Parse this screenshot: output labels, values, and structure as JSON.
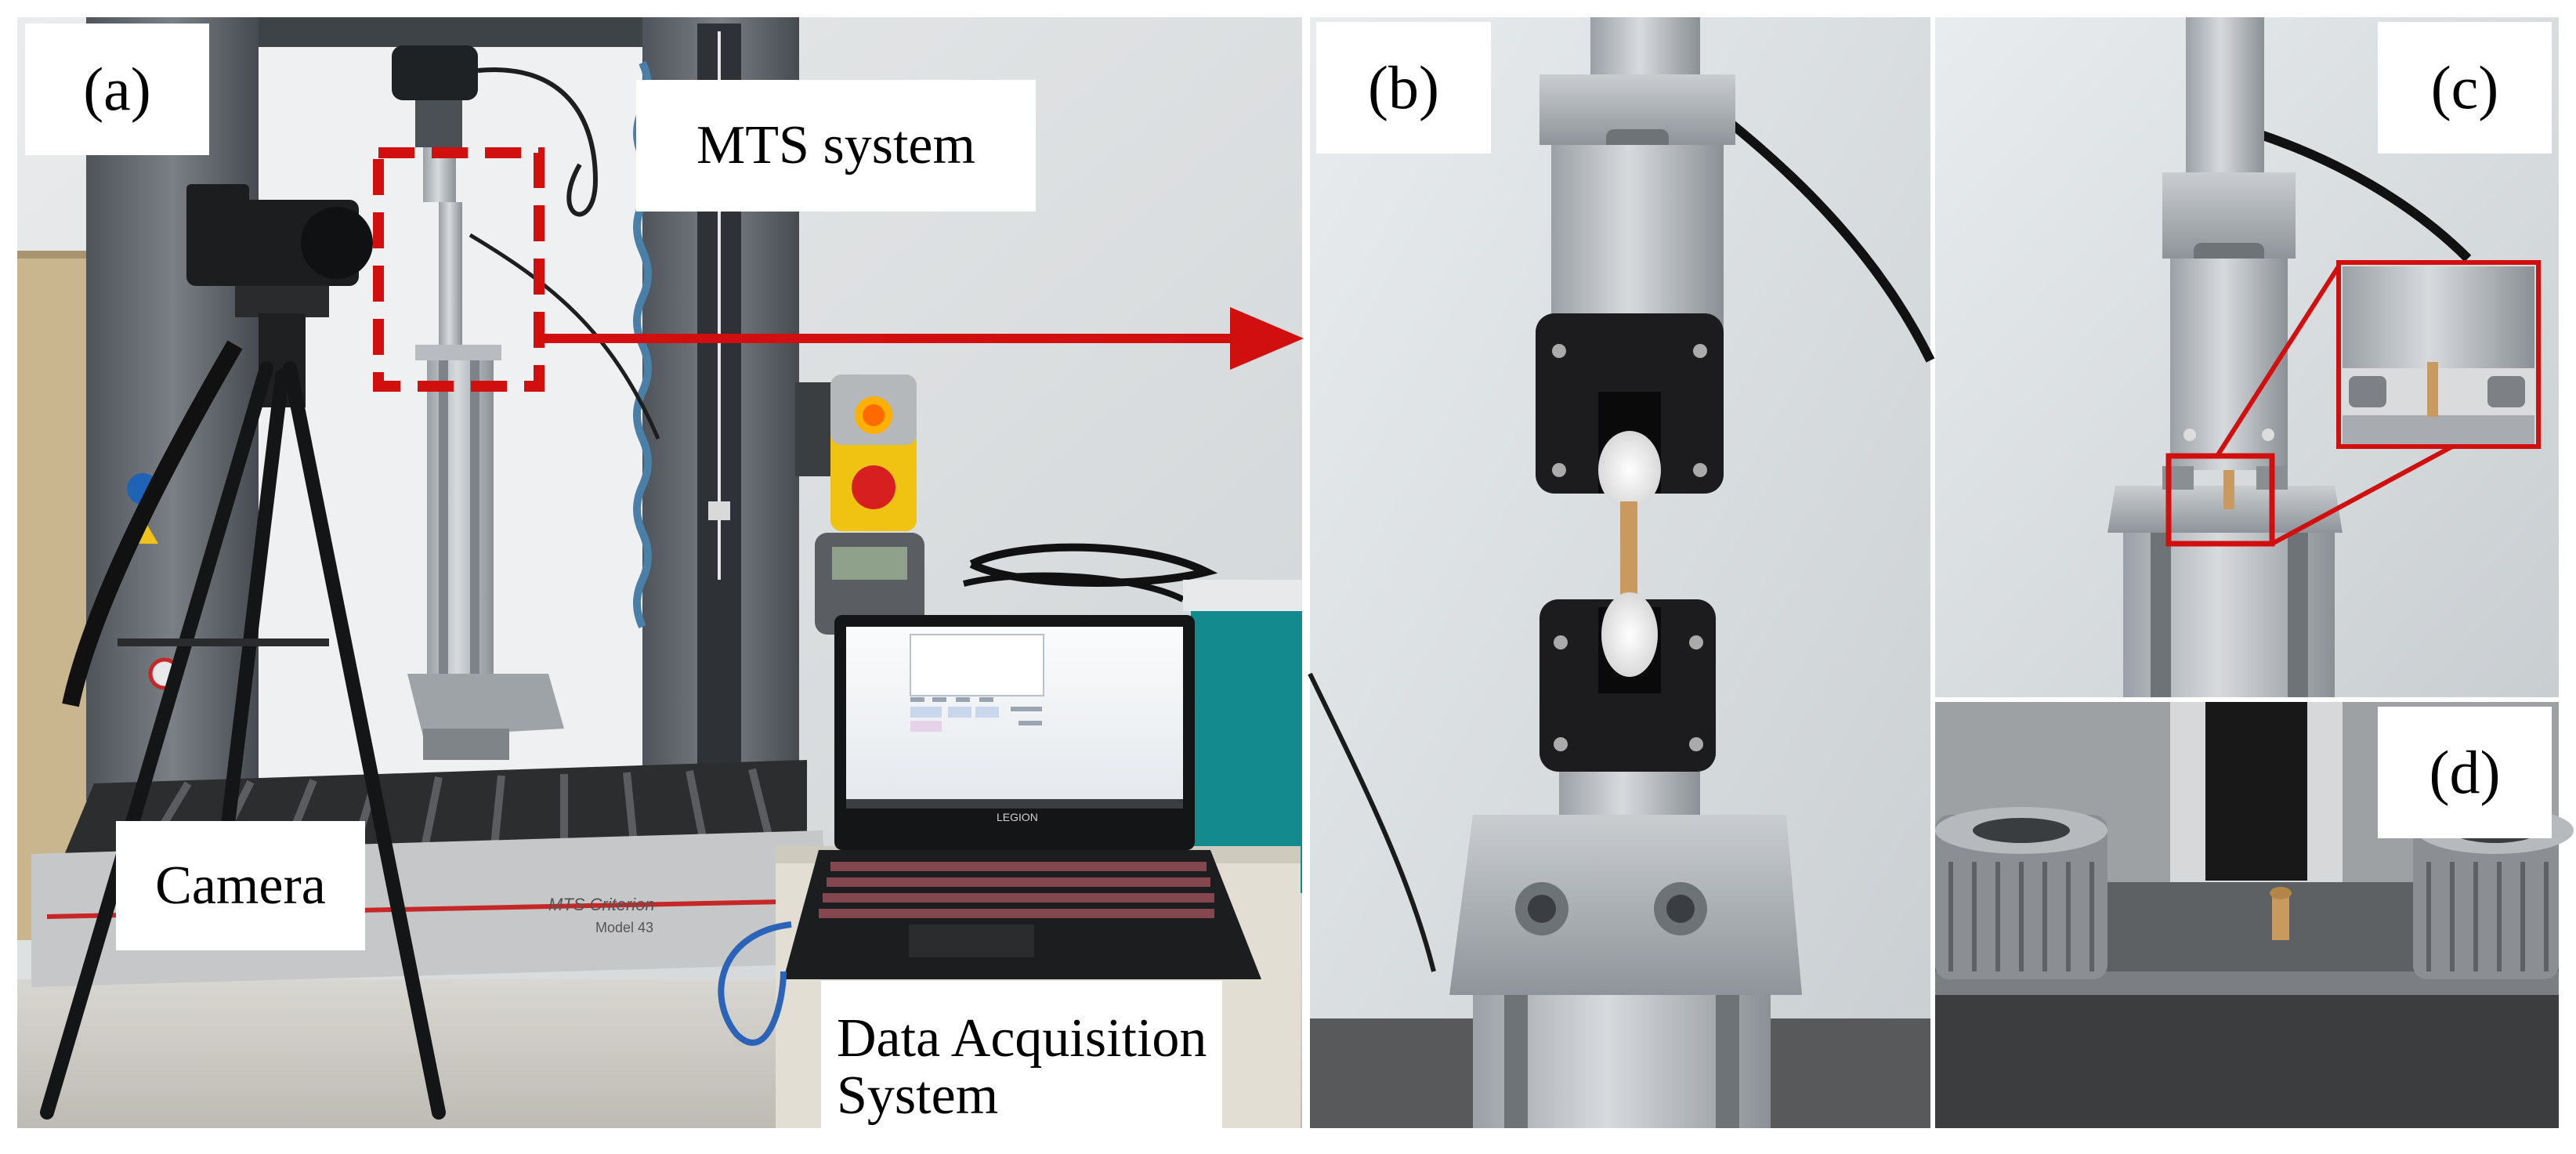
{
  "panels": {
    "a": {
      "letter": "(a)",
      "labels": {
        "mts": "MTS system",
        "camera": "Camera",
        "daq_line1": "Data Acquisition",
        "daq_line2": "System"
      }
    },
    "b": {
      "letter": "(b)"
    },
    "c": {
      "letter": "(c)"
    },
    "d": {
      "letter": "(d)"
    }
  },
  "equipment_markings": {
    "frame_brand": "MTS Criterion",
    "frame_model": "Model 43",
    "laptop_brand": "LEGION"
  },
  "colors": {
    "annotation_red": "#d10f0f",
    "background": "#ffffff"
  }
}
